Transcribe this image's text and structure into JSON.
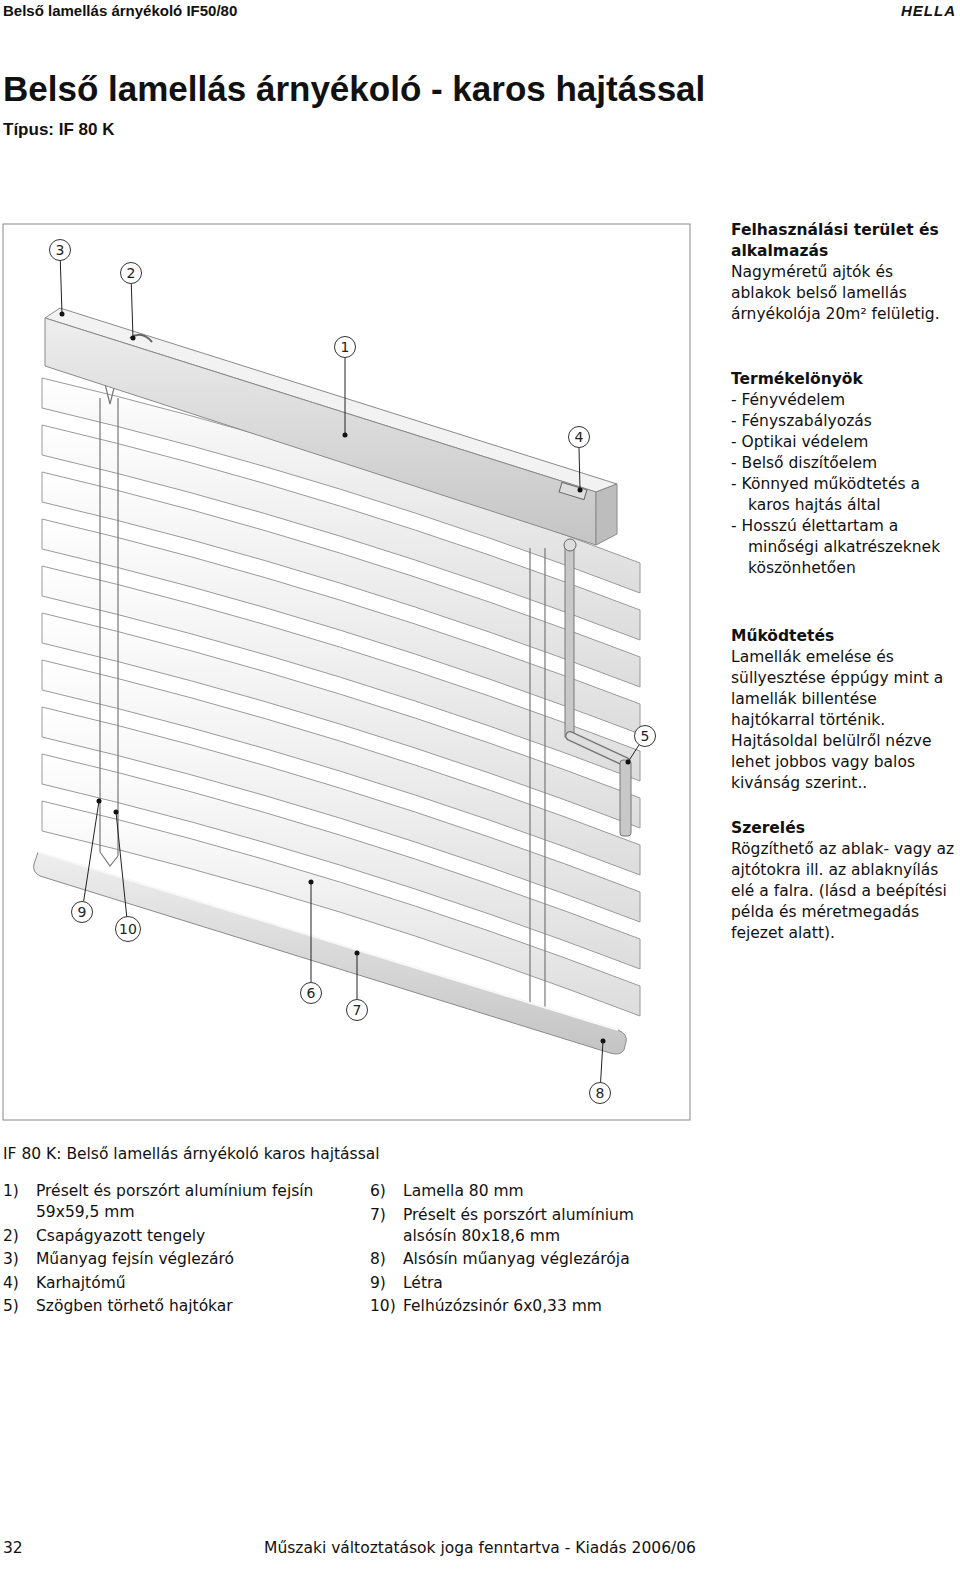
{
  "diagram": {
    "title": "Belső lamellás árnyékoló - karos hajtással",
    "nodes": [
      {
        "text": [
          "3"
        ]
      },
      {
        "text": [
          "2"
        ]
      },
      {
        "text": [
          "1"
        ]
      },
      {
        "text": [
          "4"
        ]
      },
      {
        "text": [
          "5"
        ]
      },
      {
        "text": [
          "9"
        ]
      },
      {
        "text": [
          "10"
        ]
      },
      {
        "text": [
          "6"
        ]
      },
      {
        "text": [
          "7"
        ]
      },
      {
        "text": [
          "8"
        ]
      }
    ],
    "labels": [
      "Belső lamellás árnyékoló IF50/80",
      "HELLA",
      "Típus: IF 80 K",
      "Felhasználási terület és alkalmazás",
      "Nagyméretű ajtók és ablakok belső lamellás árnyékolója 20m² felületig.",
      "Termékelönyök",
      "- Fényvédelem",
      "- Fényszabályozás",
      "- Optikai védelem",
      "- Belső diszítőelem",
      "- Könnyed működtetés a karos hajtás által",
      "- Hosszú élettartam a minőségi alkatrészeknek köszönhetően",
      "Működtetés",
      "Lamellák emelése és süllyesztése éppúgy mint a lamellák billentése hajtókarral történik. Hajtásoldal belülről nézve lehet jobbos vagy balos kivánság szerint..",
      "Szerelés",
      "Rögzíthető az ablak- vagy az ajtótokra ill. az ablaknyílás elé a falra. (lásd a beépítési példa és méretmegadás fejezet alatt).",
      "IF 80 K: Belső lamellás árnyékoló karos hajtással",
      "1)",
      "Préselt és porszórt alumínium fejsín 59x59,5 mm",
      "2)",
      "Csapágyazott tengely",
      "3)",
      "Műanyag fejsín véglezáró",
      "4)",
      "Karhajtómű",
      "5)",
      "Szögben törhető hajtókar",
      "6)",
      "Lamella 80 mm",
      "7)",
      "Préselt és porszórt alumínium alsósín 80x18,6 mm",
      "8)",
      "Alsósín műanyag véglezárója",
      "9)",
      "Létra",
      "10)",
      "Felhúzózsinór 6x0,33 mm",
      "32",
      "Műszaki változtatások joga fenntartva - Kiadás 2006/06"
    ]
  }
}
